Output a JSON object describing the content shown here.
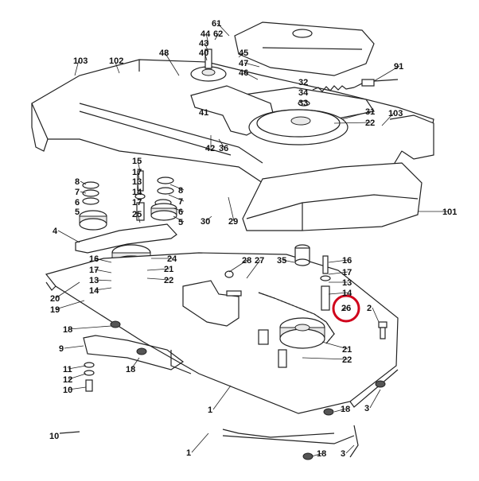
{
  "diagram": {
    "highlight_color": "#d0021b",
    "highlighted_part": "26",
    "labels": [
      "61",
      "44",
      "62",
      "43",
      "40",
      "45",
      "47",
      "46",
      "48",
      "103",
      "102",
      "32",
      "91",
      "34",
      "33",
      "41",
      "31",
      "22",
      "103",
      "42",
      "36",
      "15",
      "17",
      "8",
      "7",
      "13",
      "14",
      "6",
      "17",
      "5",
      "25",
      "8",
      "7",
      "6",
      "5",
      "30",
      "29",
      "101",
      "4",
      "16",
      "24",
      "21",
      "22",
      "17",
      "13",
      "14",
      "20",
      "19",
      "28",
      "27",
      "35",
      "16",
      "17",
      "13",
      "14",
      "26",
      "2",
      "18",
      "9",
      "11",
      "12",
      "10",
      "18",
      "21",
      "22",
      "1",
      "18",
      "3",
      "10",
      "1",
      "18",
      "3"
    ]
  }
}
